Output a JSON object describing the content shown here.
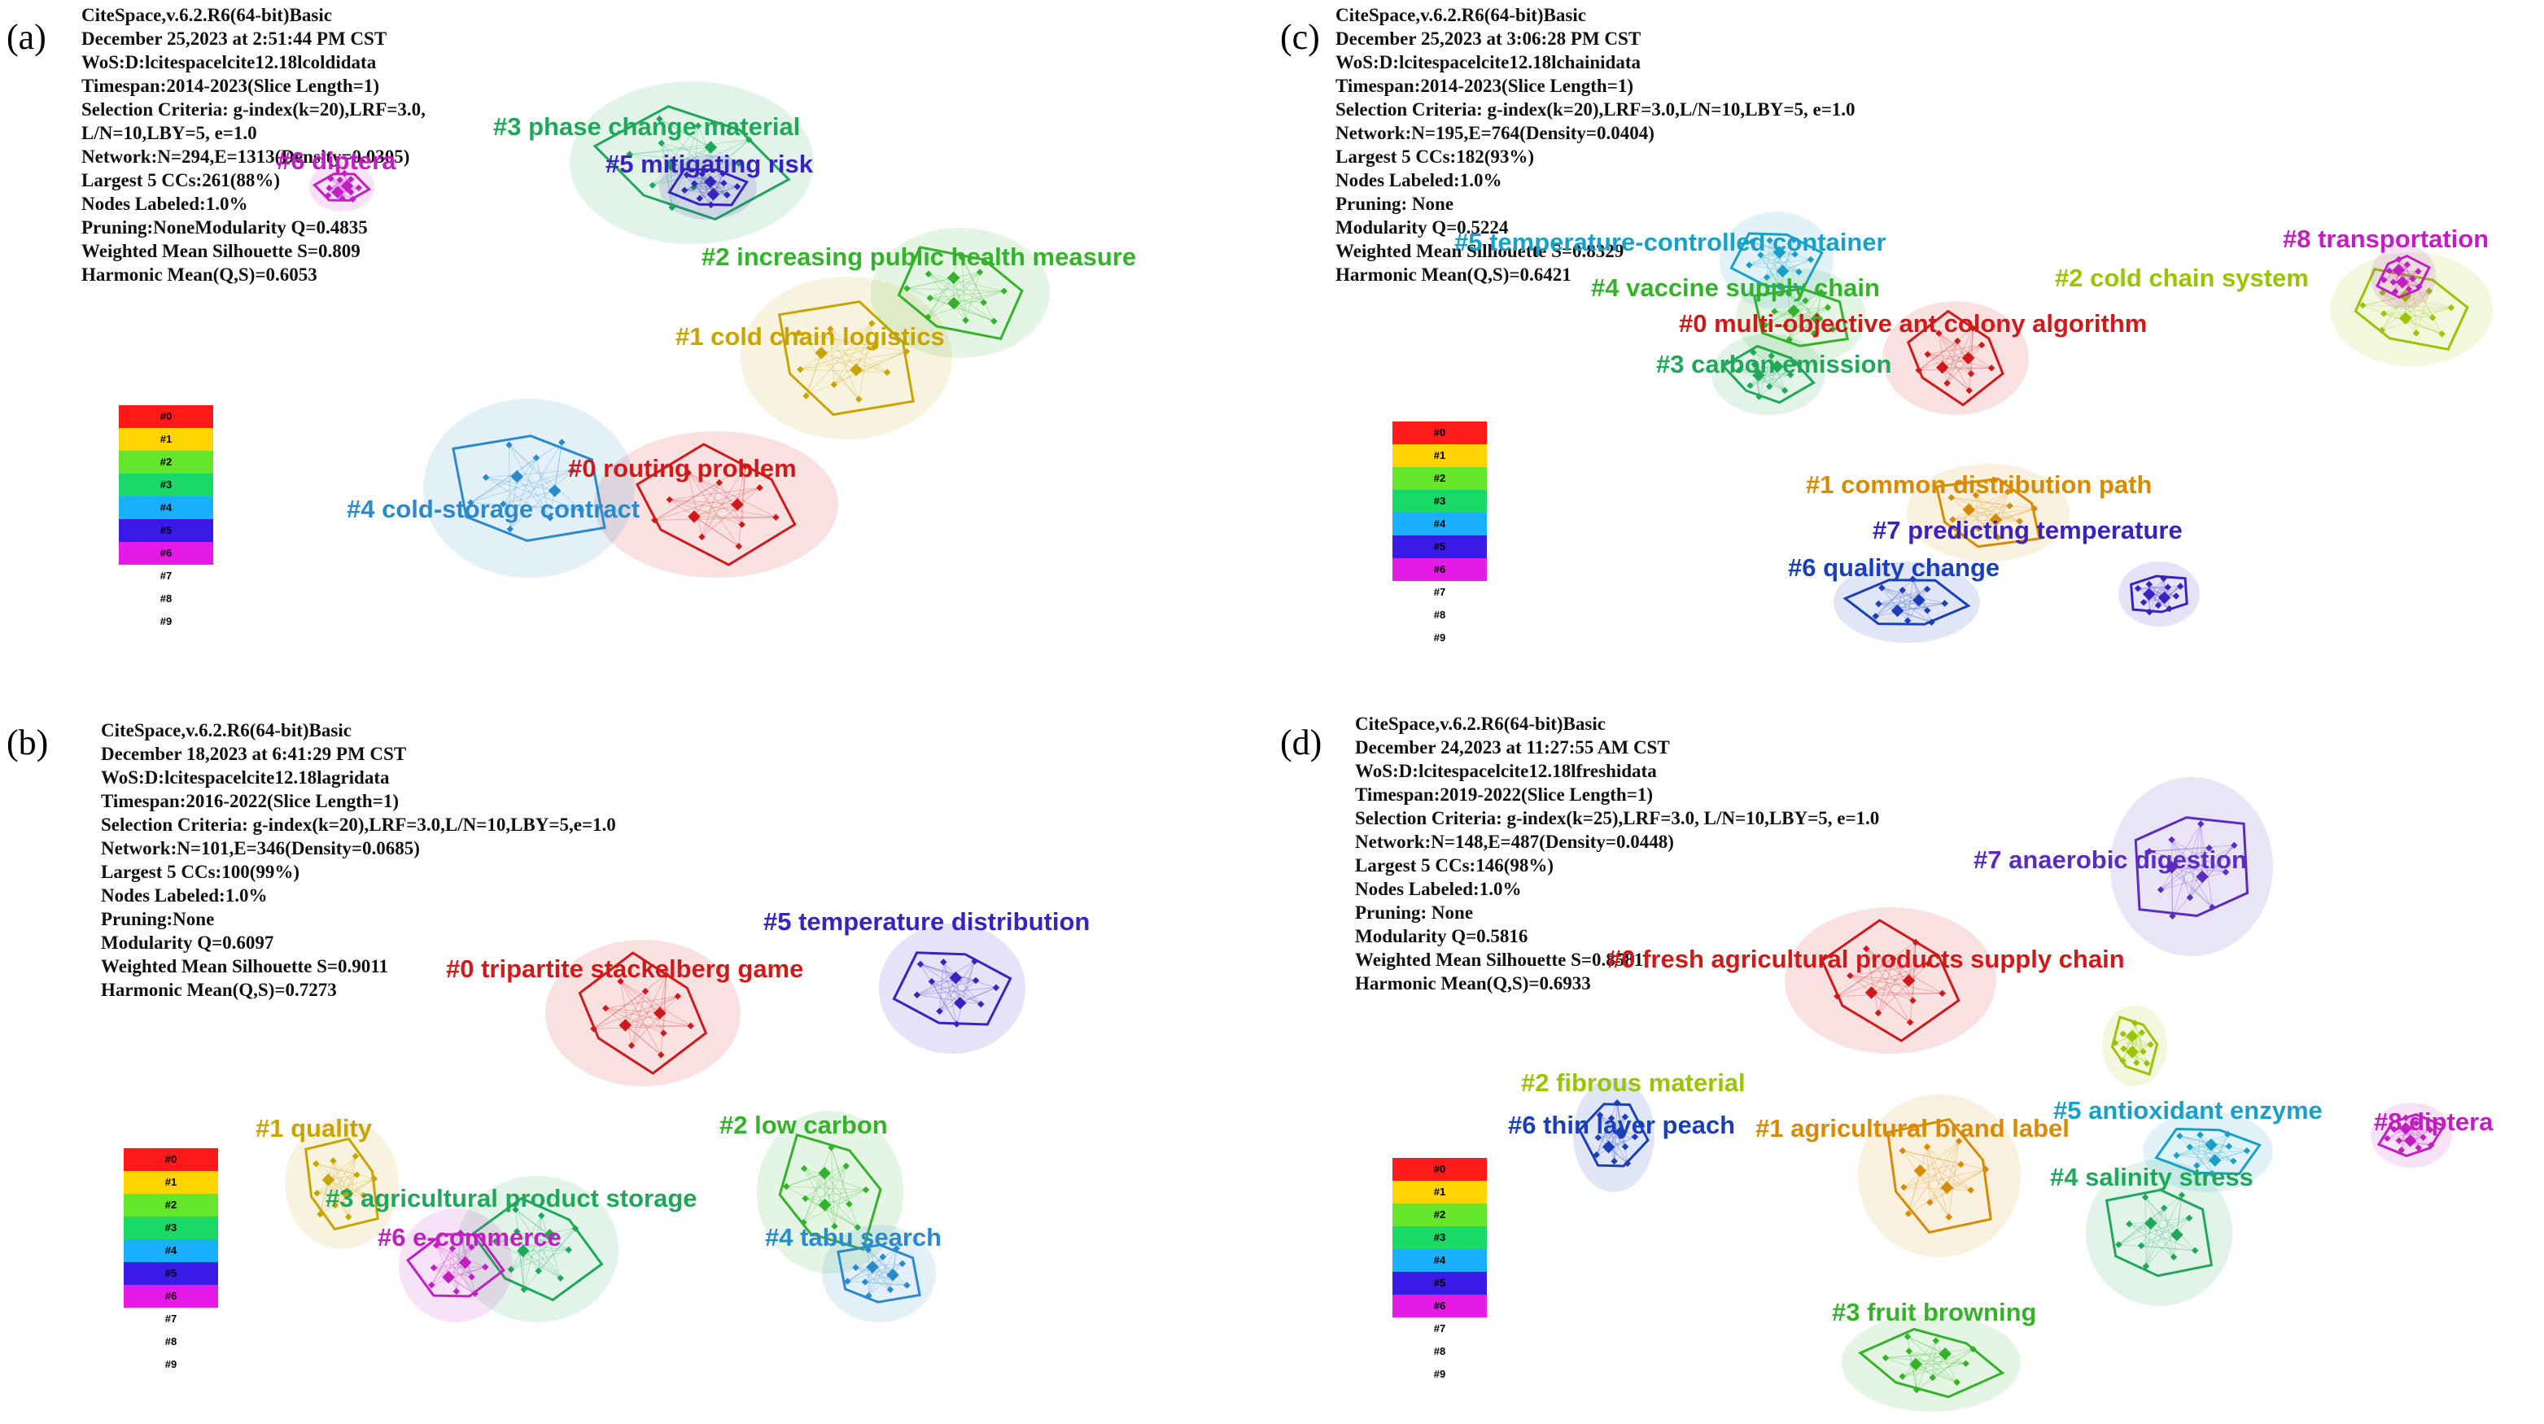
{
  "panels": [
    {
      "letter": "(a)",
      "info": [
        "CiteSpace,v.6.2.R6(64-bit)Basic",
        "December 25,2023 at 2:51:44 PM CST",
        "WoS:D:lcitespacelcite12.18lcoldidata",
        "Timespan:2014-2023(Slice Length=1)",
        "Selection Criteria: g-index(k=20),LRF=3.0,",
        "L/N=10,LBY=5, e=1.0",
        "Network:N=294,E=1313(Density=0.0305)",
        "Largest 5 CCs:261(88%)",
        "Nodes Labeled:1.0%",
        "Pruning:NoneModularity Q=0.4835",
        "Weighted Mean Silhouette S=0.809",
        "Harmonic Mean(Q,S)=0.6053"
      ],
      "clusters": [
        {
          "label": "#0 routing problem",
          "color": "#d01a1a"
        },
        {
          "label": "#1 cold chain logistics",
          "color": "#c9a400"
        },
        {
          "label": "#2 increasing public health measure",
          "color": "#33b22a"
        },
        {
          "label": "#3 phase change material",
          "color": "#1fa85a"
        },
        {
          "label": "#4 cold-storage contract",
          "color": "#2a8acb"
        },
        {
          "label": "#5 mitigating risk",
          "color": "#3a22c0"
        },
        {
          "label": "#6 diptera",
          "color": "#c21fc2"
        }
      ],
      "legend": [
        "#0",
        "#1",
        "#2",
        "#3",
        "#4",
        "#5",
        "#6",
        "#7",
        "#8",
        "#9"
      ]
    },
    {
      "letter": "(b)",
      "info": [
        "CiteSpace,v.6.2.R6(64-bit)Basic",
        "December 18,2023 at 6:41:29 PM CST",
        "WoS:D:lcitespacelcite12.18lagridata",
        "Timespan:2016-2022(Slice Length=1)",
        "Selection Criteria: g-index(k=20),LRF=3.0,L/N=10,LBY=5,e=1.0",
        "Network:N=101,E=346(Density=0.0685)",
        "Largest 5 CCs:100(99%)",
        "Nodes Labeled:1.0%",
        "Pruning:None",
        "Modularity Q=0.6097",
        "Weighted Mean Silhouette S=0.9011",
        "Harmonic Mean(Q,S)=0.7273"
      ],
      "clusters": [
        {
          "label": "#0 tripartite stackelberg game",
          "color": "#d01a1a"
        },
        {
          "label": "#1 quality",
          "color": "#c9a400"
        },
        {
          "label": "#2 low carbon",
          "color": "#33b22a"
        },
        {
          "label": "#3 agricultural product storage",
          "color": "#1fa85a"
        },
        {
          "label": "#4 tabu search",
          "color": "#2a8acb"
        },
        {
          "label": "#5 temperature distribution",
          "color": "#3a22c0"
        },
        {
          "label": "#6 e-commerce",
          "color": "#c21fc2"
        }
      ],
      "legend": [
        "#0",
        "#1",
        "#2",
        "#3",
        "#4",
        "#5",
        "#6",
        "#7",
        "#8",
        "#9"
      ]
    },
    {
      "letter": "(c)",
      "info": [
        "CiteSpace,v.6.2.R6(64-bit)Basic",
        "December 25,2023 at 3:06:28 PM CST",
        "WoS:D:lcitespacelcite12.18lchainidata",
        "Timespan:2014-2023(Slice Length=1)",
        "Selection Criteria: g-index(k=20),LRF=3.0,L/N=10,LBY=5, e=1.0",
        "Network:N=195,E=764(Density=0.0404)",
        "Largest 5 CCs:182(93%)",
        "Nodes Labeled:1.0%",
        "Pruning: None",
        "Modularity Q=0.5224",
        "Weighted Mean Silhouette S=0.8329",
        "Harmonic Mean(Q,S)=0.6421"
      ],
      "clusters": [
        {
          "label": "#0 multi-objective ant colony algorithm",
          "color": "#d01a1a"
        },
        {
          "label": "#1 common distribution path",
          "color": "#d88a00"
        },
        {
          "label": "#2 cold chain system",
          "color": "#9bc400"
        },
        {
          "label": "#3 carbon emission",
          "color": "#1fa85a"
        },
        {
          "label": "#4 vaccine supply chain",
          "color": "#33b22a"
        },
        {
          "label": "#5 temperature-controlled container",
          "color": "#1aa0c8"
        },
        {
          "label": "#6 quality change",
          "color": "#1b3fb8"
        },
        {
          "label": "#7 predicting temperature",
          "color": "#3a22c0"
        },
        {
          "label": "#8 transportation",
          "color": "#c21fc2"
        }
      ],
      "legend": [
        "#0",
        "#1",
        "#2",
        "#3",
        "#4",
        "#5",
        "#6",
        "#7",
        "#8",
        "#9"
      ]
    },
    {
      "letter": "(d)",
      "info": [
        "CiteSpace,v.6.2.R6(64-bit)Basic",
        "December 24,2023 at 11:27:55 AM CST",
        "WoS:D:lcitespacelcite12.18lfreshidata",
        "Timespan:2019-2022(Slice Length=1)",
        "Selection Criteria: g-index(k=25),LRF=3.0, L/N=10,LBY=5, e=1.0",
        "Network:N=148,E=487(Density=0.0448)",
        "Largest 5 CCs:146(98%)",
        "Nodes Labeled:1.0%",
        "Pruning: None",
        "Modularity Q=0.5816",
        "Weighted Mean Silhouette S=0.8581",
        "Harmonic Mean(Q,S)=0.6933"
      ],
      "clusters": [
        {
          "label": "#0 fresh agricultural products supply chain",
          "color": "#d01a1a"
        },
        {
          "label": "#1 agricultural brand label",
          "color": "#d88a00"
        },
        {
          "label": "#2 fibrous material",
          "color": "#9bc400"
        },
        {
          "label": "#3 fruit browning",
          "color": "#33b22a"
        },
        {
          "label": "#4 salinity stress",
          "color": "#1fa85a"
        },
        {
          "label": "#5 antioxidant enzyme",
          "color": "#1aa0c8"
        },
        {
          "label": "#6 thin layer peach",
          "color": "#1b3fb8"
        },
        {
          "label": "#7 anaerobic digestion",
          "color": "#5b2cc0"
        },
        {
          "label": "#8 diptera",
          "color": "#c21fc2"
        }
      ],
      "legend": [
        "#0",
        "#1",
        "#2",
        "#3",
        "#4",
        "#5",
        "#6",
        "#7",
        "#8",
        "#9"
      ]
    }
  ],
  "legend_colors": [
    "#ff1a1a",
    "#ffd400",
    "#66e62a",
    "#1ad966",
    "#1ab0ff",
    "#3a1ae6",
    "#e61ae6",
    "#ffffff",
    "#ffffff",
    "#ffffff"
  ]
}
